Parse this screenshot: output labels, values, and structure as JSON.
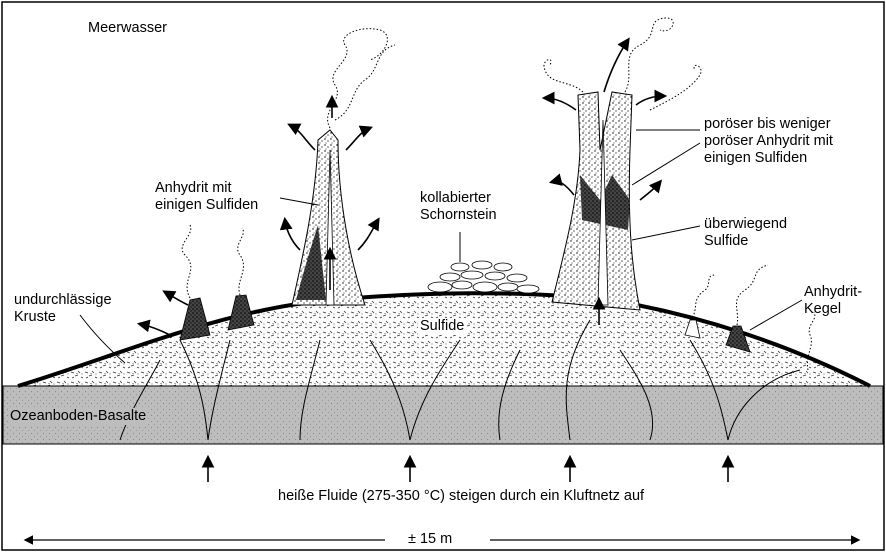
{
  "labels": {
    "seawater": "Meerwasser",
    "anhydrite_sulfides": [
      "Anhydrit mit",
      "einigen Sulfiden"
    ],
    "collapsed_chimney": [
      "kollabierter",
      "Schornstein"
    ],
    "porous_anhydrite": [
      "poröser bis weniger",
      "poröser Anhydrit mit",
      "einigen Sulfiden"
    ],
    "mainly_sulfides": [
      "überwiegend",
      "Sulfide"
    ],
    "anhydrite_cone": [
      "Anhydrit-",
      "Kegel"
    ],
    "impermeable_crust": [
      "undurchlässige",
      "Kruste"
    ],
    "sulfides_core": "Sulfide",
    "basalts": "Ozeanboden-Basalte",
    "hot_fluids": "heiße Fluide (275-350 °C) steigen durch ein Kluftnetz auf",
    "scale": "± 15 m"
  },
  "colors": {
    "ink": "#000000",
    "paper": "#ffffff",
    "basalt": "#b8b8b8"
  }
}
